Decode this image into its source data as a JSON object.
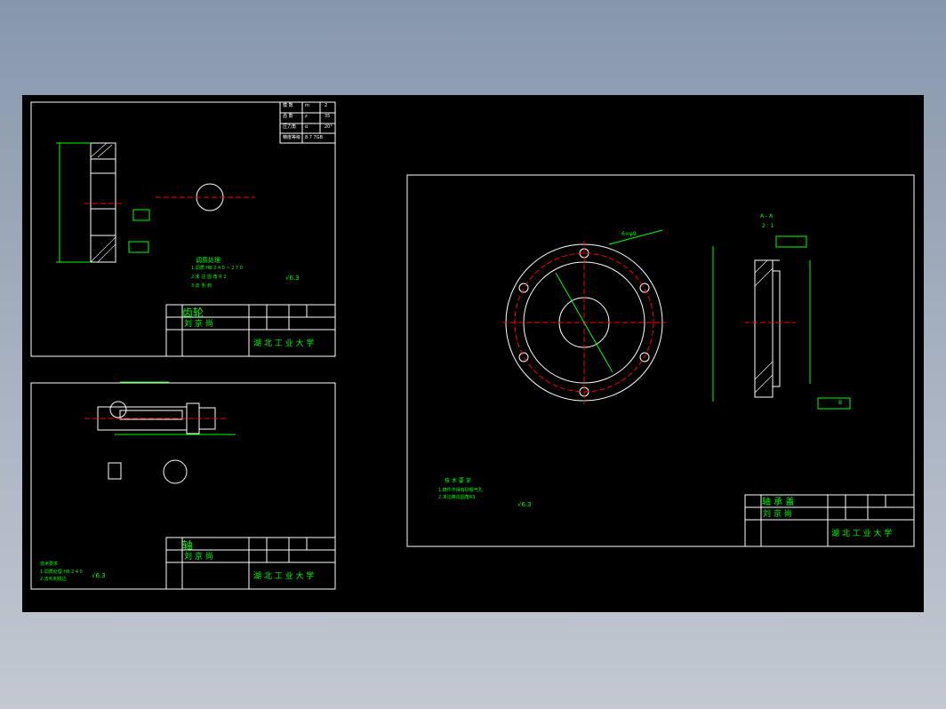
{
  "window": {
    "background_color": "#8797ab"
  },
  "canvas": {
    "background_color": "#000000",
    "line_color": "#ffffff",
    "text_color": "#00ff00",
    "center_line_color": "#ff0000"
  },
  "sheet_gear": {
    "title": "齿轮",
    "drawn_by": "刘 京 尚",
    "school": "湖 北 工 业 大 学",
    "param_table": [
      [
        "模 数",
        "m",
        "2"
      ],
      [
        "齿 数",
        "z",
        "35"
      ],
      [
        "压力角",
        "α",
        "20°"
      ],
      [
        "精度等级",
        "8 7 7GB"
      ]
    ],
    "tech_title": "调质处理",
    "tech_lines": [
      "1.调质 HB 2 4 0 ~ 2 7 0",
      "2.未 注 圆 角 R 2",
      "3.去 毛 刺"
    ],
    "roughness": "√6.3"
  },
  "sheet_shaft": {
    "title": "轴",
    "drawn_by": "刘 京 尚",
    "school": "湖 北 工 业 大 学",
    "tech_title": "技术要求",
    "tech_lines": [
      "1.调质处理 HB 2 4 0",
      "2.去毛刺锐边"
    ],
    "roughness": "√6.3"
  },
  "sheet_cover": {
    "title": "轴 承 盖",
    "drawn_by": "刘 京 尚",
    "school": "湖 北 工 业 大 学",
    "section_label": "A - A",
    "scale_label": "2 : 1",
    "tech_title": "技 术 要 求",
    "tech_lines": [
      "1.铸件不得有砂眼气孔",
      "2.未注铸造圆角R3"
    ],
    "roughness": "√6.3",
    "hole_note": "6×φ9",
    "datum": "B"
  }
}
